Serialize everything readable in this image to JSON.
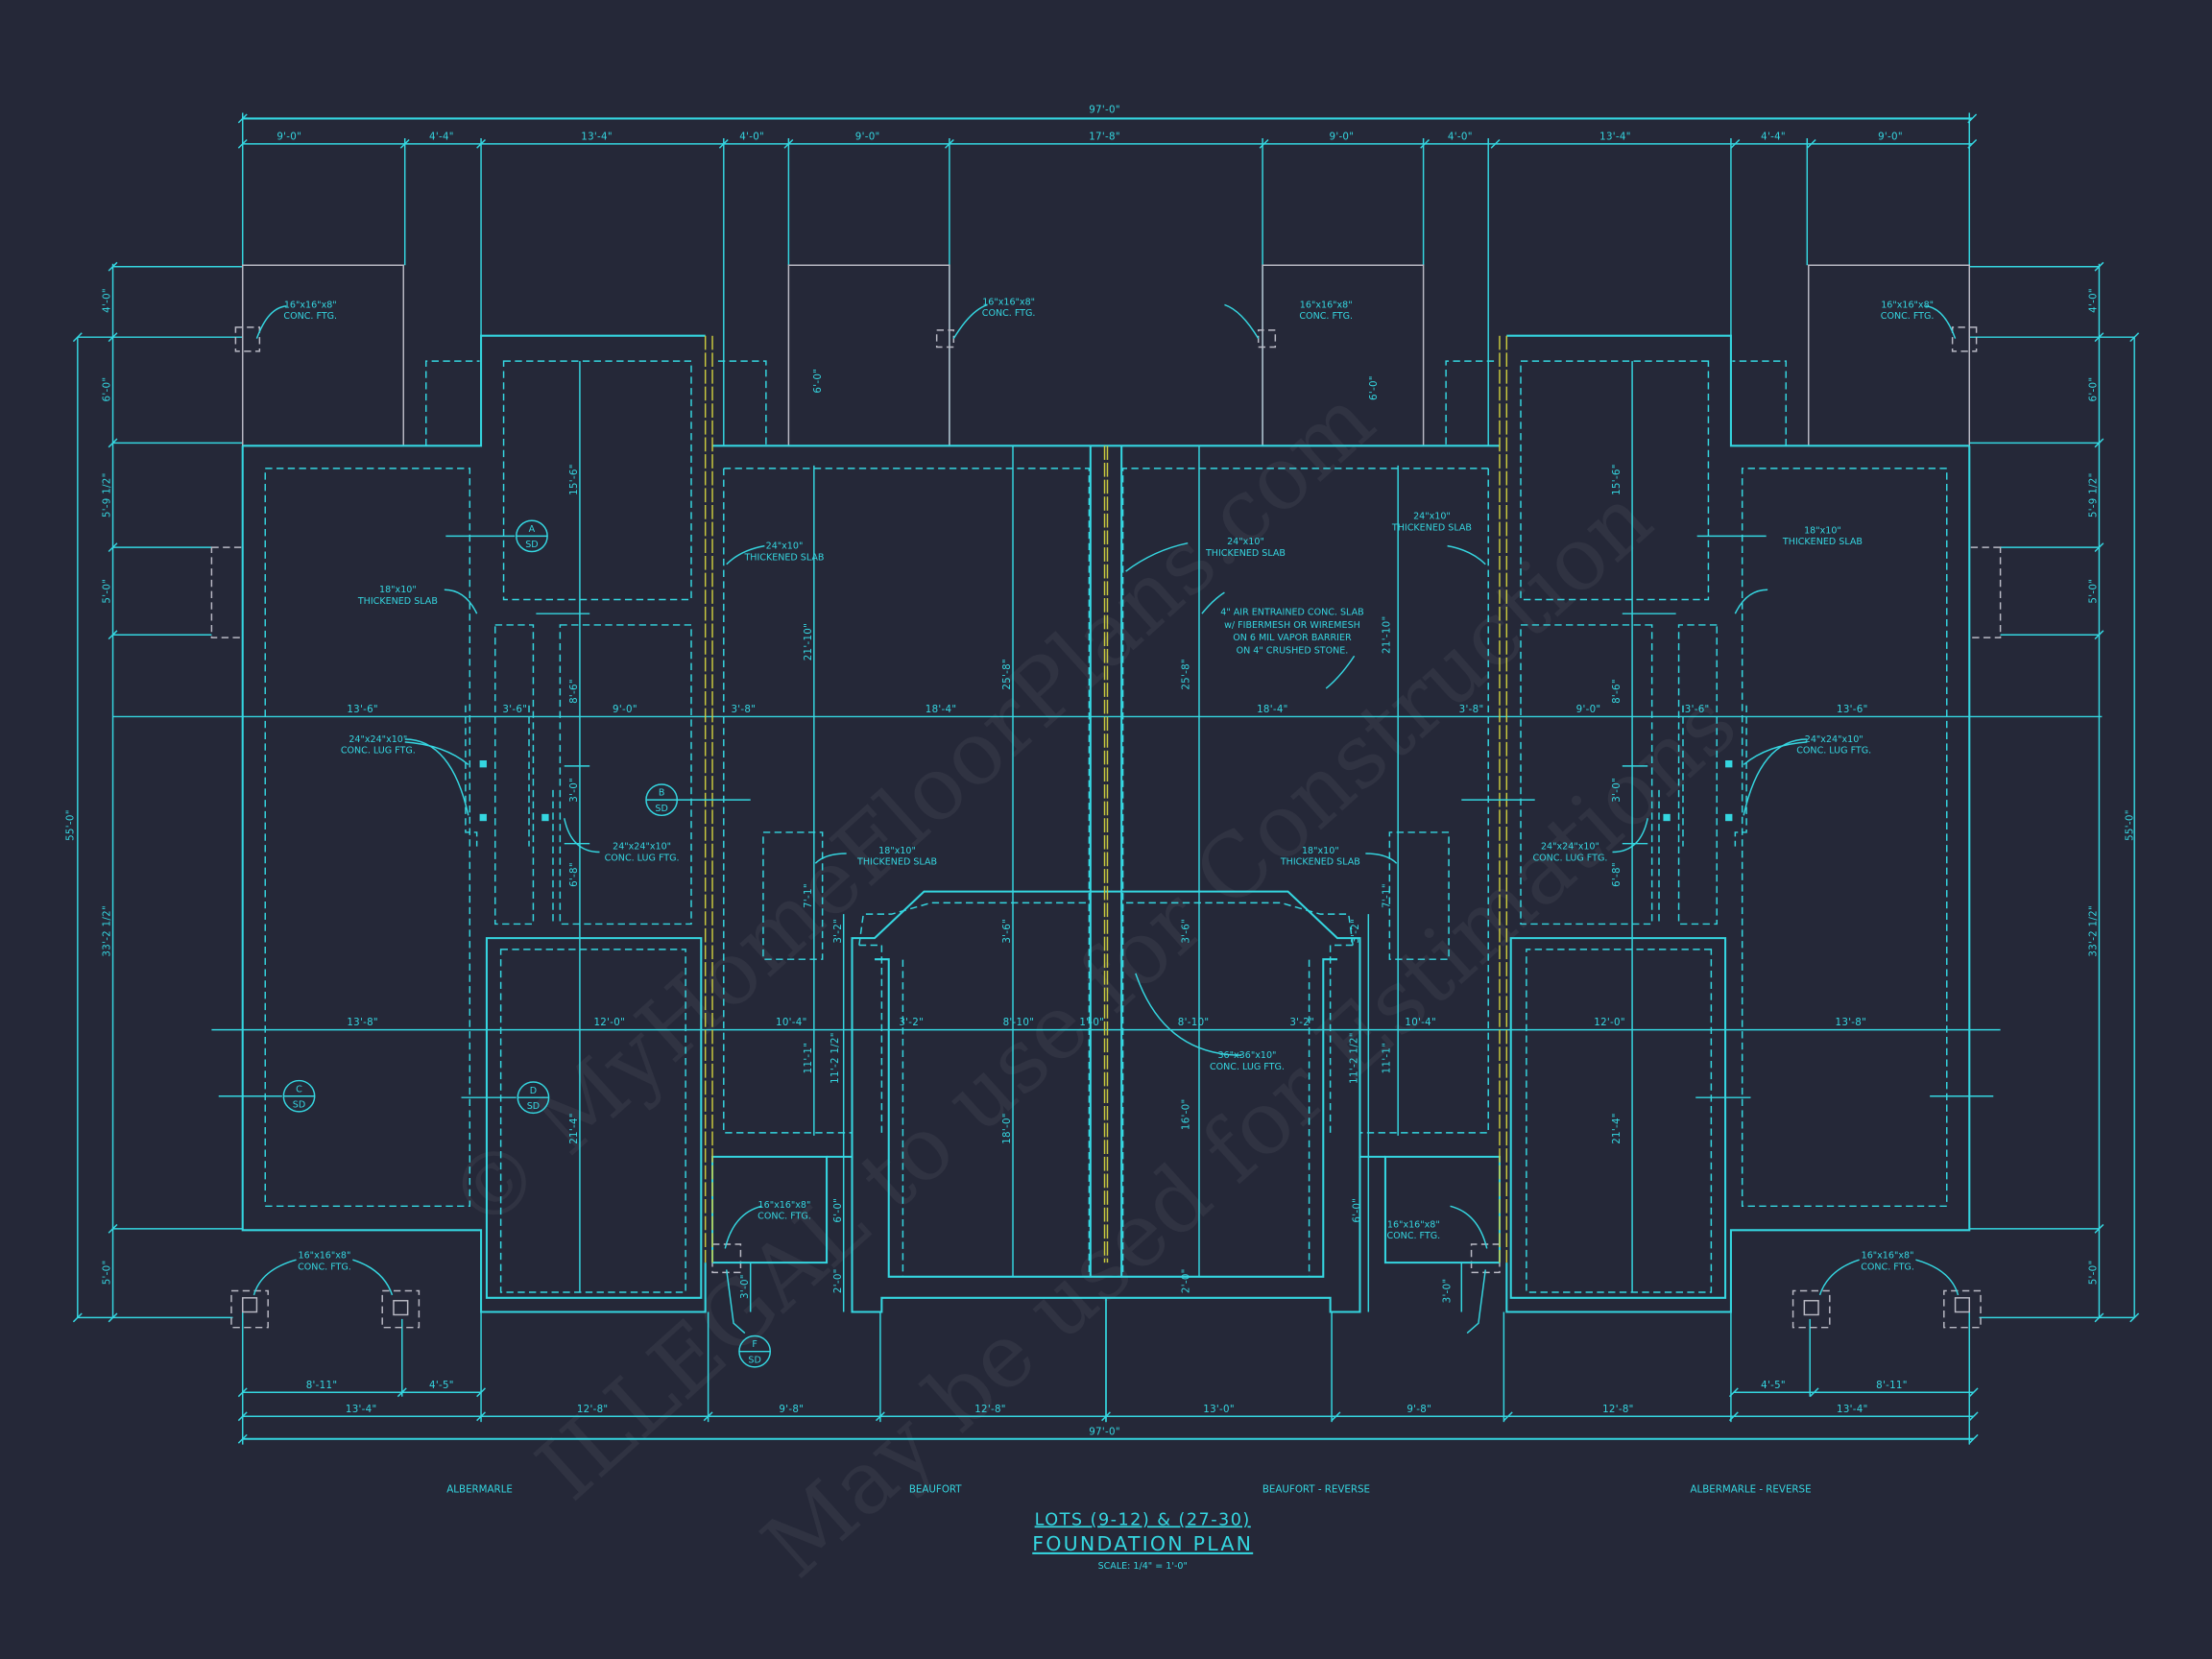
{
  "colors": {
    "background": "#252838",
    "line": "#35d6e0",
    "footing_outline": "#b9b9c4",
    "party_wall": "#c9c93e"
  },
  "title": {
    "lots": "LOTS (9-12) & (27-30)",
    "plan": "FOUNDATION PLAN",
    "scale": "SCALE: 1/4\" = 1'-0\""
  },
  "units": [
    "ALBERMARLE",
    "BEAUFORT",
    "BEAUFORT - REVERSE",
    "ALBERMARLE - REVERSE"
  ],
  "watermark": [
    "© MyHomeFloorPlans.com",
    "ILLEGAL to use for Construction",
    "May be used for Estimations"
  ],
  "dims": {
    "overall_top": "97'-0\"",
    "top": [
      "9'-0\"",
      "4'-4\"",
      "13'-4\"",
      "4'-0\"",
      "9'-0\"",
      "17'-8\"",
      "9'-0\"",
      "4'-0\"",
      "13'-4\"",
      "4'-4\"",
      "9'-0\""
    ],
    "overall_bottom": "97'-0\"",
    "bottom": [
      "13'-4\"",
      "12'-8\"",
      "9'-8\"",
      "12'-8\"",
      "13'-0\"",
      "9'-8\"",
      "12'-8\"",
      "13'-4\""
    ],
    "bottom_sub_left": [
      "8'-11\"",
      "4'-5\""
    ],
    "bottom_sub_right": [
      "4'-5\"",
      "8'-11\""
    ],
    "left": [
      "4'-0\"",
      "6'-0\"",
      "5'-9 1/2\"",
      "5'-0\"",
      "33'-2 1/2\"",
      "5'-0\"",
      "55'-0\""
    ],
    "right": [
      "4'-0\"",
      "6'-0\"",
      "5'-9 1/2\"",
      "5'-0\"",
      "33'-2 1/2\"",
      "5'-0\"",
      "55'-0\""
    ],
    "row1": [
      "13'-6\"",
      "3'-6\"",
      "9'-0\"",
      "3'-8\"",
      "18'-4\"",
      "18'-4\"",
      "3'-8\"",
      "9'-0\"",
      "3'-6\"",
      "13'-6\""
    ],
    "row2": [
      "13'-8\"",
      "12'-0\"",
      "10'-4\"",
      "3'-2\"",
      "8'-10\"",
      "1'-0\"",
      "8'-10\"",
      "3'-2\"",
      "10'-4\"",
      "12'-0\"",
      "13'-8\""
    ],
    "vertical": [
      "15'-6\"",
      "8'-6\"",
      "3'-0\"",
      "6'-8\"",
      "21'-4\"",
      "21'-10\"",
      "25'-8\"",
      "7'-1\"",
      "3'-2\"",
      "3'-6\"",
      "11'-1\"",
      "11'-2 1/2\"",
      "18'-0\"",
      "6'-0\"",
      "2'-0\"",
      "3'-0\"",
      "6'-0\"",
      "6'-0\"",
      "25'-8\"",
      "21'-10\"",
      "7'-1\"",
      "3'-6\"",
      "3'-2\"",
      "11'-2 1/2\"",
      "11'-1\"",
      "16'-0\"",
      "6'-0\"",
      "2'-0\"",
      "3'-0\"",
      "15'-6\"",
      "8'-6\"",
      "3'-0\"",
      "6'-8\"",
      "21'-4\""
    ]
  },
  "notes": {
    "ftg16": "16\"x16\"x8\"",
    "conc_ftg": "CONC. FTG.",
    "slab18": "18\"x10\"",
    "slab24": "24\"x10\"",
    "thickened_slab": "THICKENED SLAB",
    "lug24": "24\"x24\"x10\"",
    "lug36": "36\"x36\"x10\"",
    "conc_lug_ftg": "CONC. LUG FTG.",
    "slab_note": [
      "4\" AIR ENTRAINED CONC. SLAB",
      "w/ FIBERMESH OR WIREMESH",
      "ON 6 MIL VAPOR BARRIER",
      "ON 4\" CRUSHED STONE."
    ]
  },
  "sections": [
    {
      "letter": "A",
      "sheet": "SD"
    },
    {
      "letter": "B",
      "sheet": "SD"
    },
    {
      "letter": "C",
      "sheet": "SD"
    },
    {
      "letter": "D",
      "sheet": "SD"
    },
    {
      "letter": "F",
      "sheet": "SD"
    }
  ]
}
